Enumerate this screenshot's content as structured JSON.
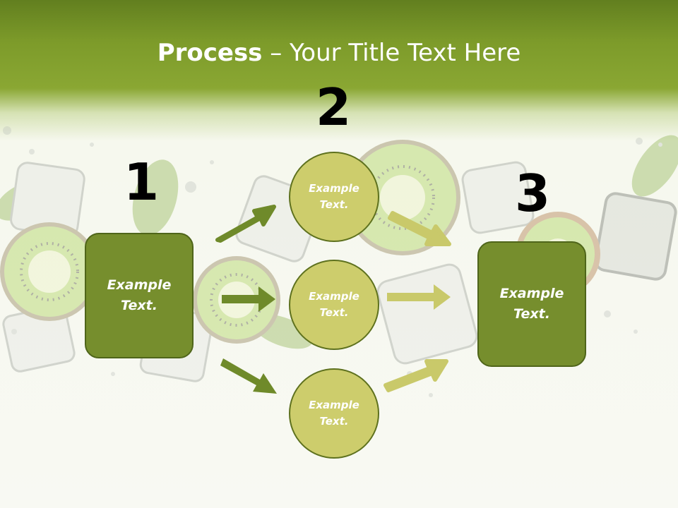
{
  "title": {
    "bold": "Process",
    "rest": " – Your Title Text Here"
  },
  "steps": [
    {
      "number": "1",
      "text": "Example Text."
    },
    {
      "number": "2",
      "text": "Example Text."
    },
    {
      "number": "3",
      "text": "Example Text."
    }
  ],
  "circles": [
    {
      "text": "Example Text."
    },
    {
      "text": "Example Text."
    },
    {
      "text": "Example Text."
    }
  ],
  "colors": {
    "header_green": "#7d9b2a",
    "box_fill": "#768e2d",
    "circle_fill": "#cdcd6c",
    "arrow_dark": "#6f8a2a",
    "arrow_light": "#c9c96a"
  }
}
